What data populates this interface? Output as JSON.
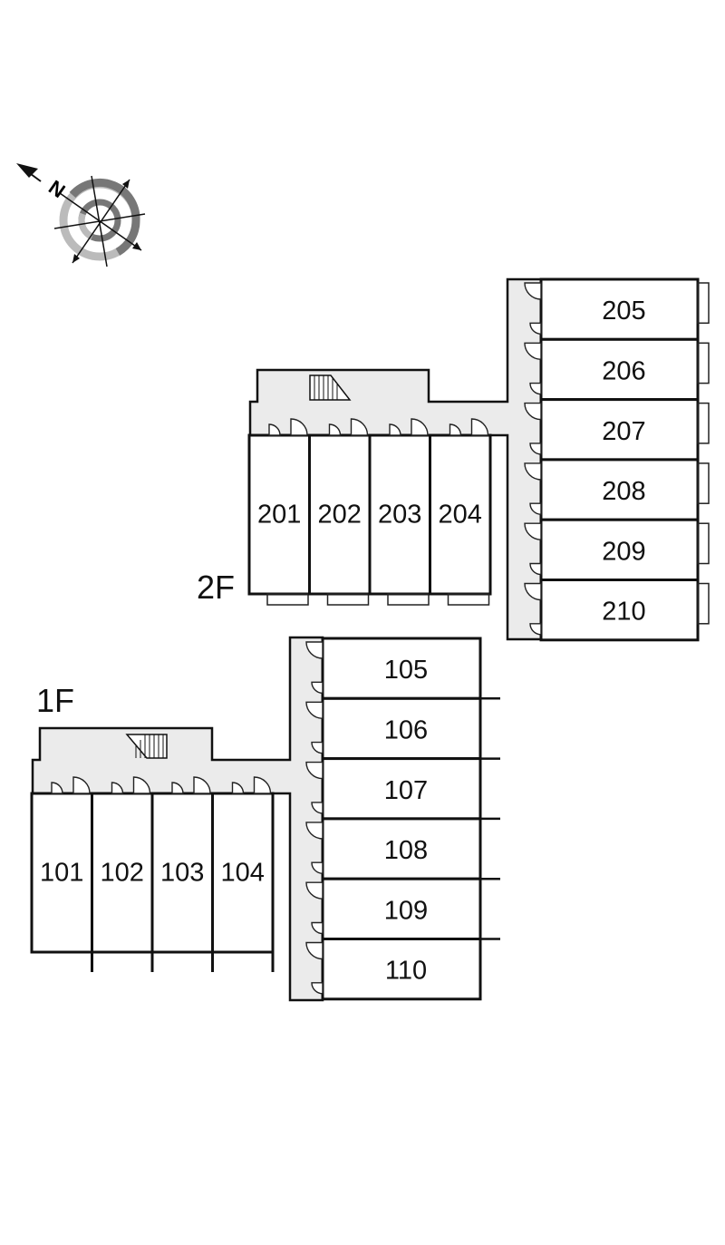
{
  "compass": {
    "label": "N",
    "icon": "compass-north-arrow-icon",
    "ring_dark": "#777777",
    "ring_light": "#bbbbbb"
  },
  "floors": [
    {
      "name": "2F",
      "rows": {
        "horizontal_units": [
          "201",
          "202",
          "203",
          "204"
        ],
        "vertical_units": [
          "205",
          "206",
          "207",
          "208",
          "209",
          "210"
        ]
      },
      "stairs": "stairs-icon"
    },
    {
      "name": "1F",
      "rows": {
        "horizontal_units": [
          "101",
          "102",
          "103",
          "104"
        ],
        "vertical_units": [
          "105",
          "106",
          "107",
          "108",
          "109",
          "110"
        ]
      },
      "stairs": "stairs-icon"
    }
  ],
  "colors": {
    "corridor": "#ebebeb",
    "wall": "#111111"
  }
}
